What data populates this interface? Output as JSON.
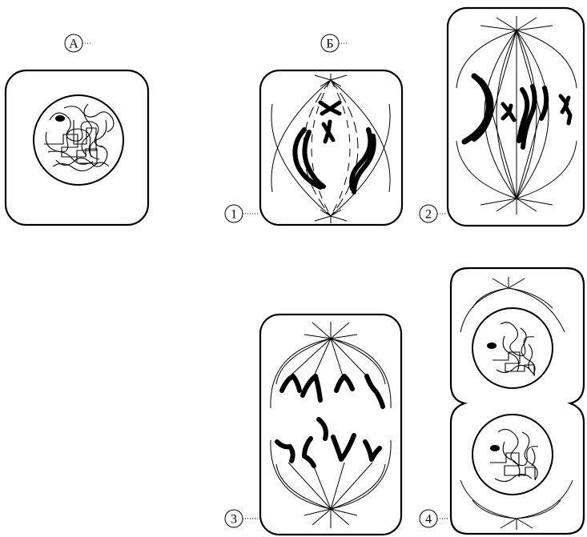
{
  "labels": {
    "a": "А",
    "b": "Б",
    "stage1": "1",
    "stage2": "2",
    "stage3": "3",
    "stage4": "4"
  }
}
